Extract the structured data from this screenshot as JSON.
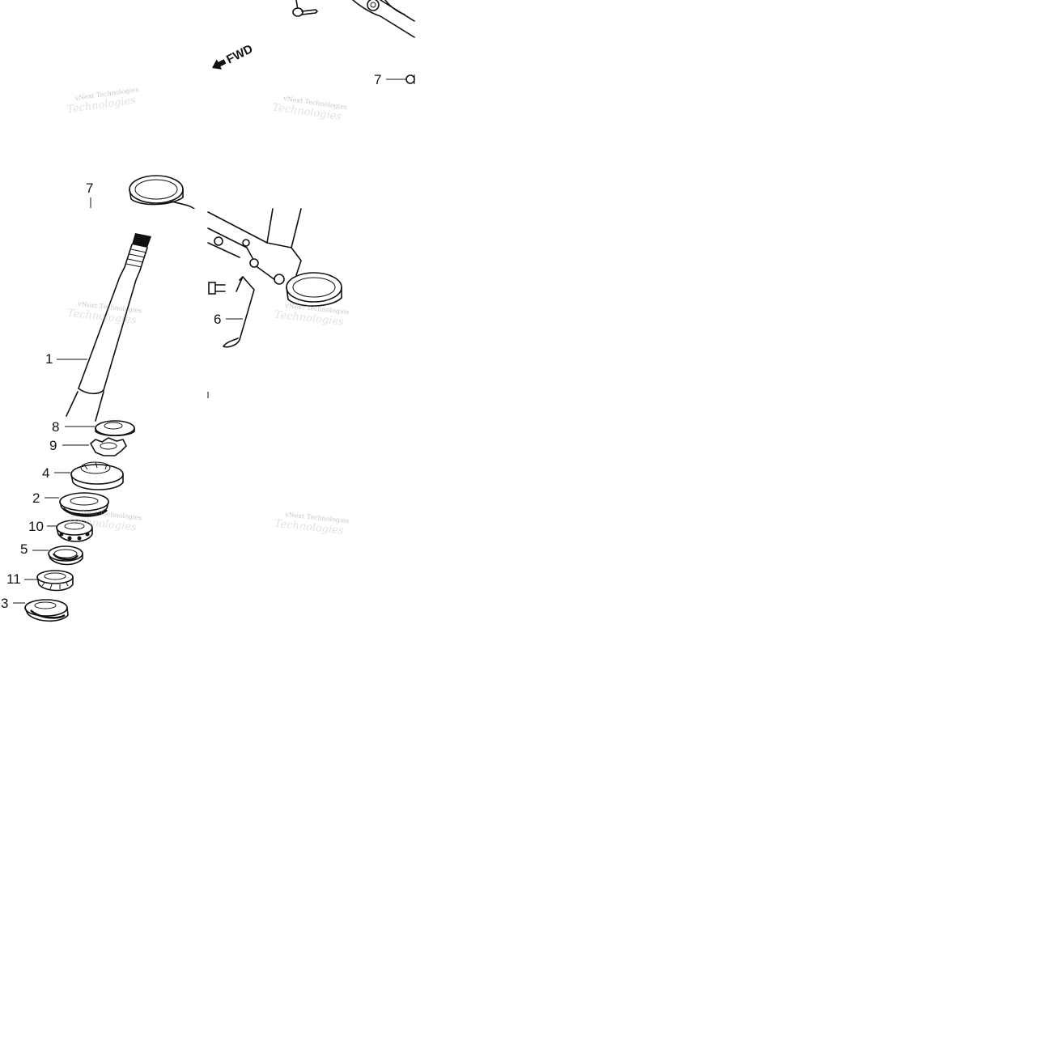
{
  "diagram": {
    "direction_label": "FWD",
    "watermark_text": "vNext Technologies",
    "watermark_text_faint": "Technologies",
    "callouts": [
      {
        "id": "top-7",
        "label": "7"
      },
      {
        "id": "upper-7",
        "label": "7"
      },
      {
        "id": "c1",
        "label": "1"
      },
      {
        "id": "c6",
        "label": "6"
      },
      {
        "id": "c8",
        "label": "8"
      },
      {
        "id": "c9",
        "label": "9"
      },
      {
        "id": "c4",
        "label": "4"
      },
      {
        "id": "c2",
        "label": "2"
      },
      {
        "id": "c10",
        "label": "10"
      },
      {
        "id": "c5",
        "label": "5"
      },
      {
        "id": "c11",
        "label": "11"
      },
      {
        "id": "c3",
        "label": "3"
      }
    ]
  }
}
